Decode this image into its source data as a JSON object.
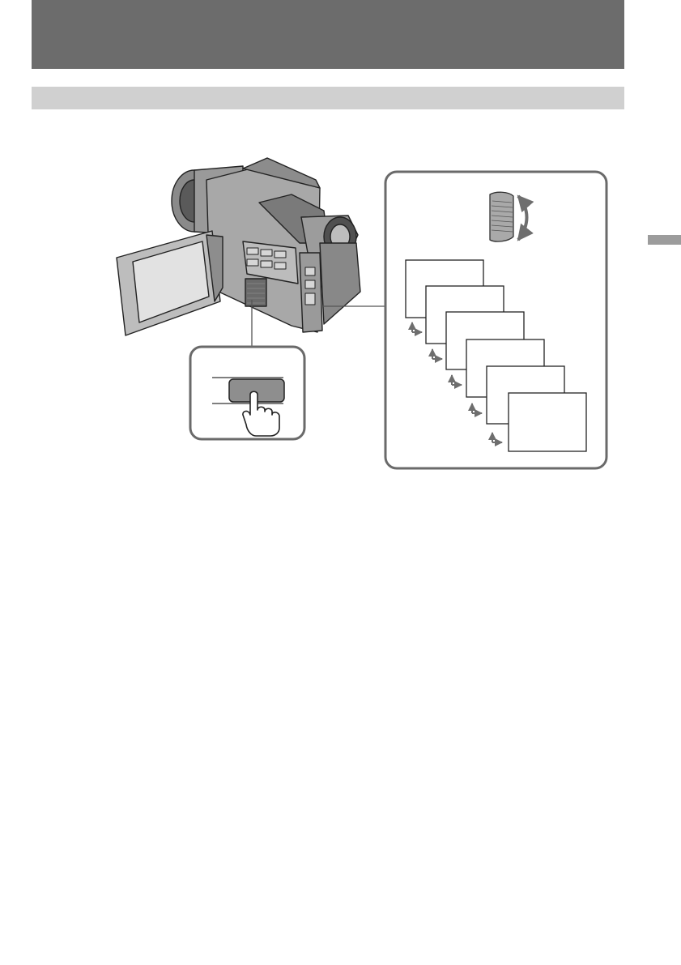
{
  "page": {
    "header_title": "",
    "section_title": ""
  },
  "illustration": {
    "camcorder": "camcorder-with-open-lcd-panel",
    "button_callout": "finger-pressing-button",
    "dial_callout": "selector-dial-with-rotation-arrow",
    "screens": {
      "count": 6
    }
  },
  "colors": {
    "header": "#6c6c6c",
    "section": "#d0d0d0",
    "side_tab": "#9c9c9c",
    "callout_border": "#6a6a6a",
    "arrow": "#6e6e6e"
  }
}
